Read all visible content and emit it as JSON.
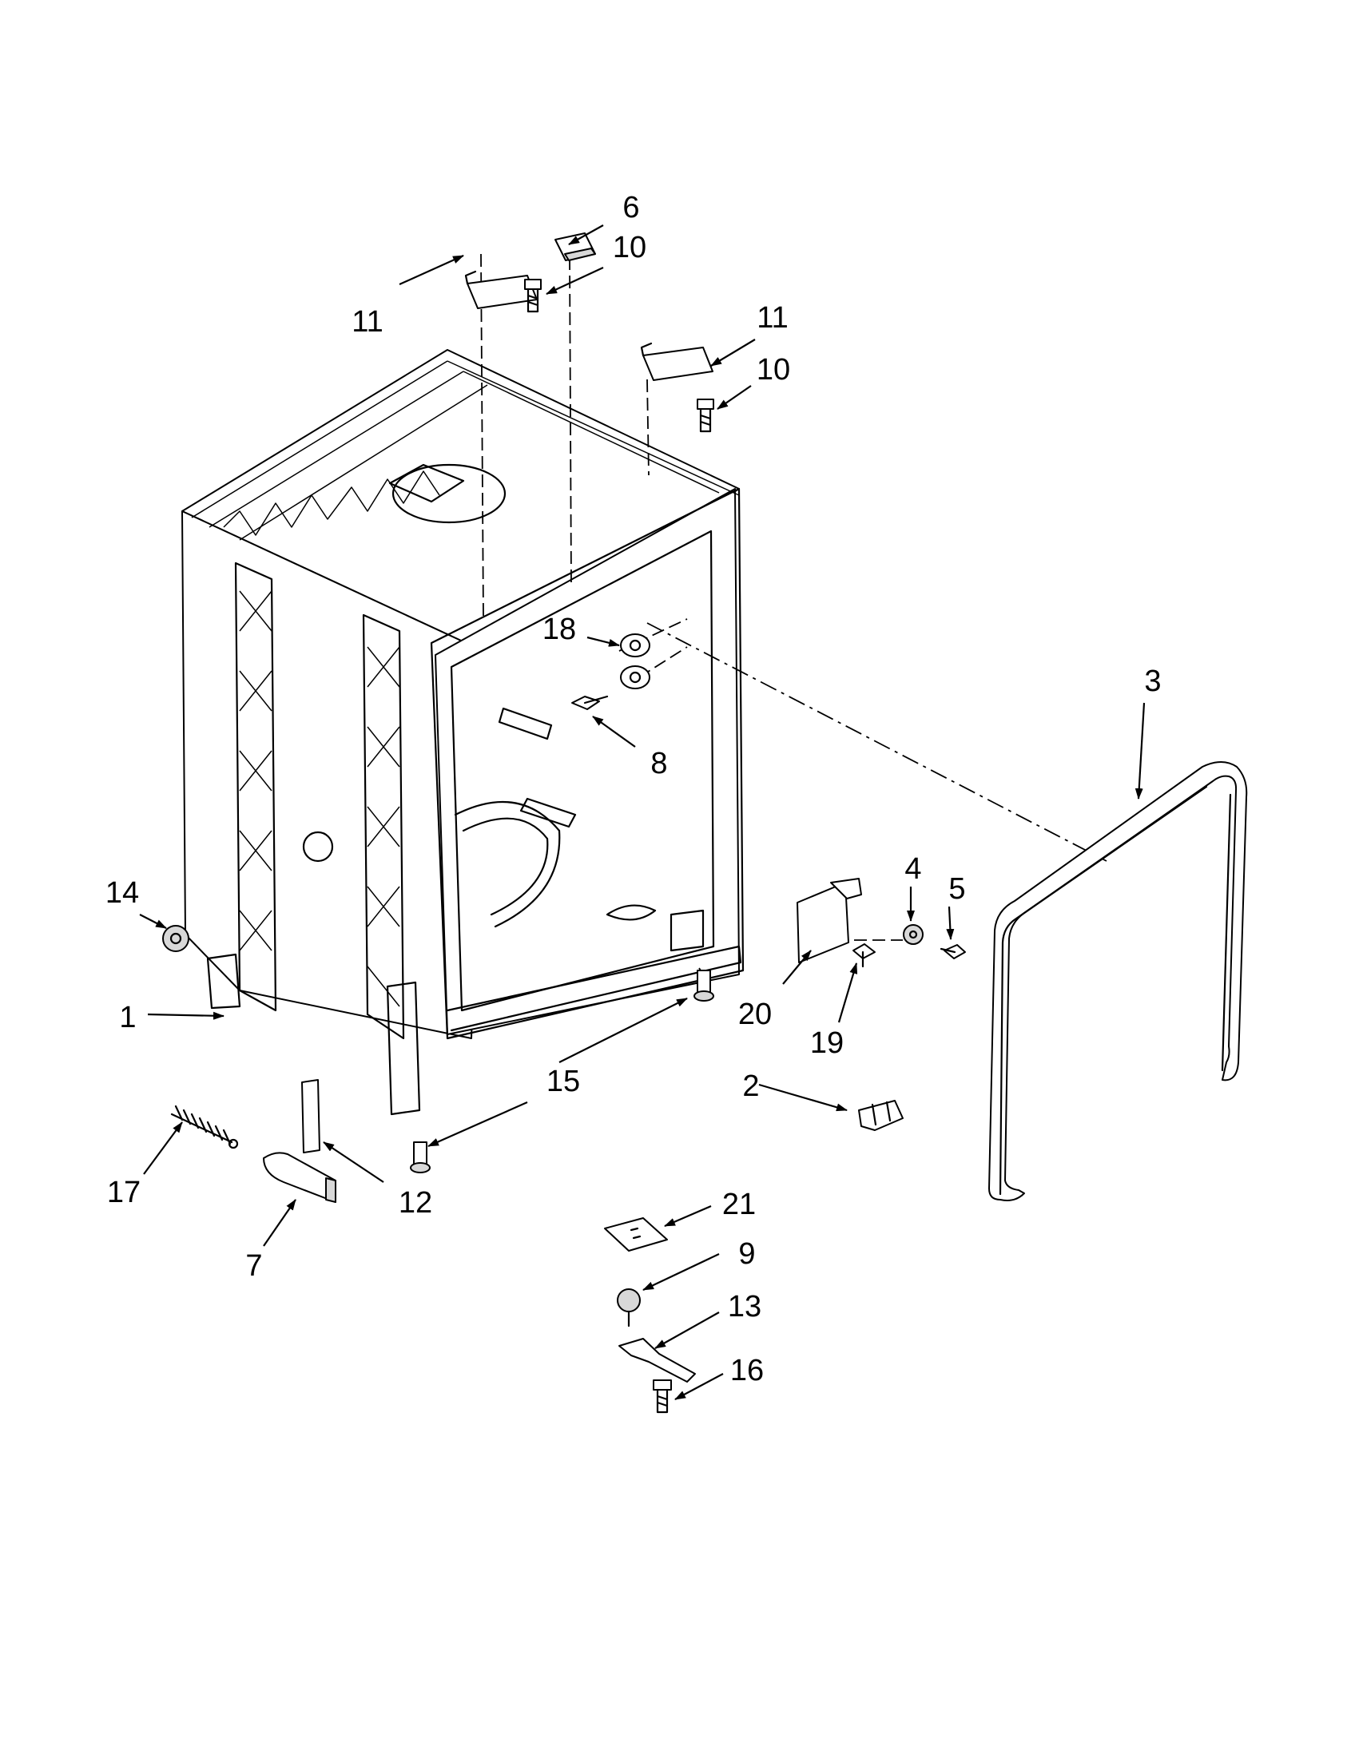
{
  "callouts": [
    {
      "id": "c1",
      "text": "1"
    },
    {
      "id": "c2",
      "text": "2"
    },
    {
      "id": "c3",
      "text": "3"
    },
    {
      "id": "c4",
      "text": "4"
    },
    {
      "id": "c5",
      "text": "5"
    },
    {
      "id": "c6",
      "text": "6"
    },
    {
      "id": "c7",
      "text": "7"
    },
    {
      "id": "c8",
      "text": "8"
    },
    {
      "id": "c9",
      "text": "9"
    },
    {
      "id": "c10a",
      "text": "10"
    },
    {
      "id": "c10b",
      "text": "10"
    },
    {
      "id": "c11a",
      "text": "11"
    },
    {
      "id": "c11b",
      "text": "11"
    },
    {
      "id": "c12",
      "text": "12"
    },
    {
      "id": "c13",
      "text": "13"
    },
    {
      "id": "c14",
      "text": "14"
    },
    {
      "id": "c15",
      "text": "15"
    },
    {
      "id": "c16",
      "text": "16"
    },
    {
      "id": "c17",
      "text": "17"
    },
    {
      "id": "c18",
      "text": "18"
    },
    {
      "id": "c19",
      "text": "19"
    },
    {
      "id": "c20",
      "text": "20"
    },
    {
      "id": "c21",
      "text": "21"
    }
  ]
}
